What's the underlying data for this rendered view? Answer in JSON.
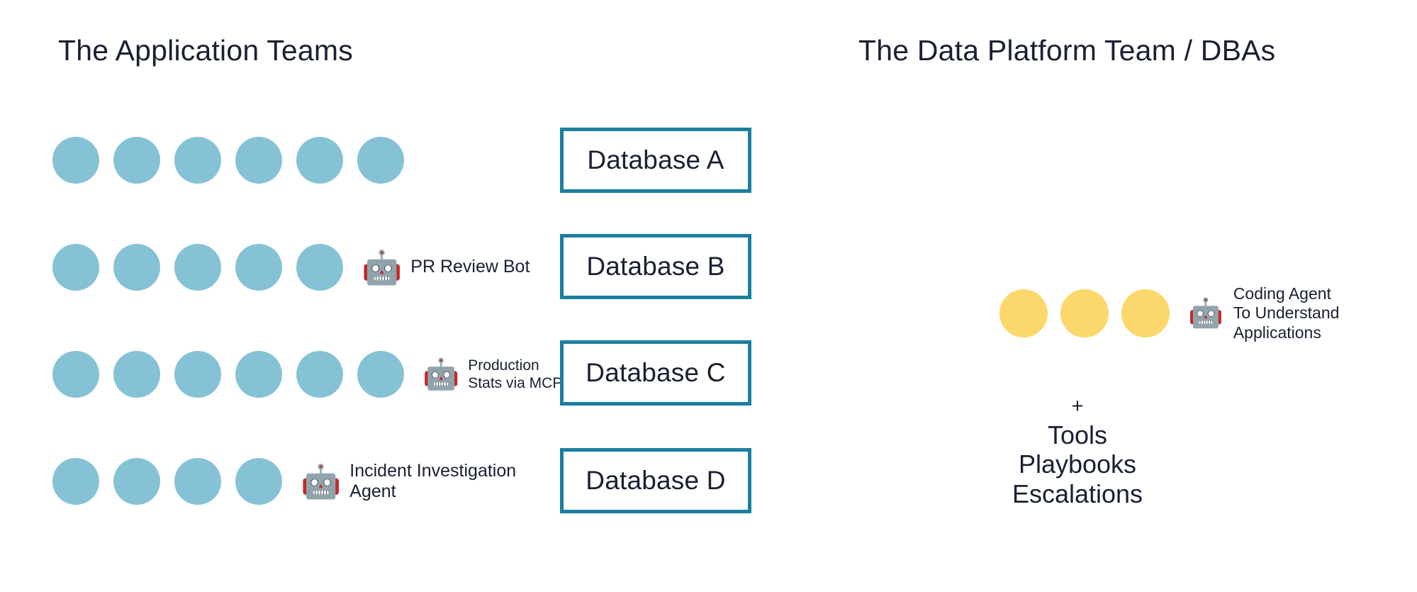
{
  "headings": {
    "left": "The Application Teams",
    "right": "The Data Platform Team / DBAs"
  },
  "colors": {
    "person_dot": "#86c2d6",
    "platform_dot": "#fcd76b",
    "db_border": "#1b7f9e",
    "text": "#1a2033",
    "background": "#ffffff"
  },
  "application_teams": {
    "rows": [
      {
        "dot_count": 6,
        "agent": null
      },
      {
        "dot_count": 5,
        "agent": {
          "icon": "robot-icon",
          "glyph": "🤖",
          "label": "PR Review Bot",
          "size": "large"
        }
      },
      {
        "dot_count": 6,
        "agent": {
          "icon": "robot-icon",
          "glyph": "🤖",
          "label": "Production\nStats via MCP",
          "size": "small"
        }
      },
      {
        "dot_count": 4,
        "agent": {
          "icon": "robot-icon",
          "glyph": "🤖",
          "label": "Incident Investigation\nAgent",
          "size": "large"
        }
      }
    ]
  },
  "databases": [
    {
      "label": "Database A"
    },
    {
      "label": "Database B"
    },
    {
      "label": "Database C"
    },
    {
      "label": "Database D"
    }
  ],
  "platform_team": {
    "dot_count": 3,
    "agent": {
      "icon": "robot-icon",
      "glyph": "🤖",
      "label": "Coding Agent\nTo Understand\nApplications"
    },
    "extras": {
      "plus": "+",
      "lines": [
        "Tools",
        "Playbooks",
        "Escalations"
      ]
    }
  }
}
